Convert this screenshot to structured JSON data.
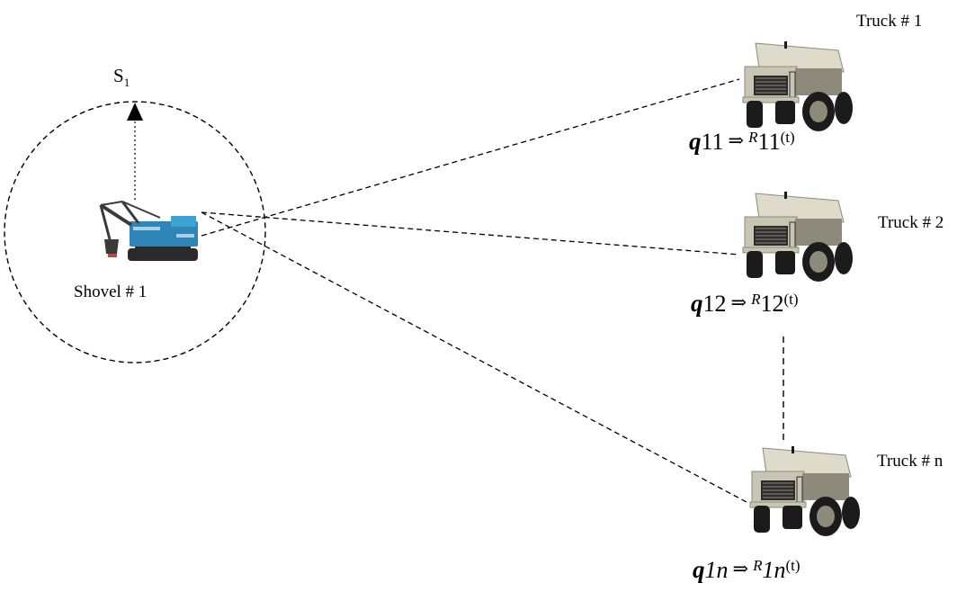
{
  "shovel": {
    "label": "Shovel # 1",
    "station_label": "S",
    "station_subscript": "1",
    "colors": {
      "body": "#2e85b8",
      "cab": "#3da3d5",
      "tracks": "#2a2a2a",
      "boom": "#3a3a3a",
      "accent": "#b34a3a"
    }
  },
  "trucks": [
    {
      "label": "Truck # 1",
      "formula": {
        "q": "q",
        "sub": "11",
        "arrow": "⇒",
        "R": "R",
        "rsub": "11",
        "t": "(t)"
      }
    },
    {
      "label": "Truck # 2",
      "formula": {
        "q": "q",
        "sub": "12",
        "arrow": "⇒",
        "R": "R",
        "rsub": "12",
        "t": "(t)"
      }
    },
    {
      "label": "Truck # n",
      "formula": {
        "q": "q",
        "sub": "1n",
        "arrow": "⇒",
        "R": "R",
        "rsub": "1n",
        "t": "(t)"
      }
    }
  ],
  "truck_colors": {
    "body": "#c9c5b3",
    "bed": "#dedbcb",
    "shadow": "#8d8a7c",
    "tire": "#1b1b1b",
    "grille": "#2c2c2c"
  },
  "line_color": "#000000"
}
